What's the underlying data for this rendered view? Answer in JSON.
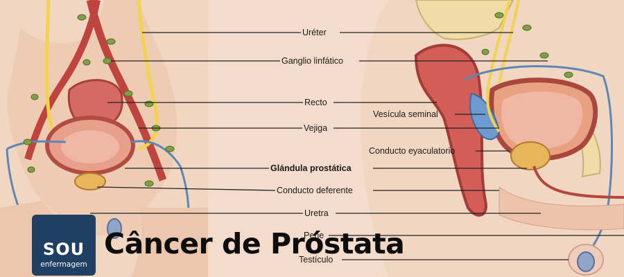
{
  "labels": {
    "ureter": "Uréter",
    "ganglio": "Ganglio linfático",
    "recto": "Recto",
    "vejiga": "Vejiga",
    "vesicula": "Vesícula seminal",
    "conducto_eyac": "Conducto eyaculatorio",
    "glandula": "Glándula prostática",
    "conducto_def": "Conducto deferente",
    "uretra": "Uretra",
    "pene": "Pene",
    "testiculo": "Testículo"
  },
  "logo": {
    "line1": "SOU",
    "line2": "enfermagem"
  },
  "title": "Câncer de Próstata",
  "colors": {
    "skin": "#f3dccb",
    "muscle": "#c9514b",
    "yellow_duct": "#f2d34b",
    "lymph_green": "#7fa046",
    "blue_vessel": "#5b86b8",
    "logo_bg": "#1f3f63"
  }
}
